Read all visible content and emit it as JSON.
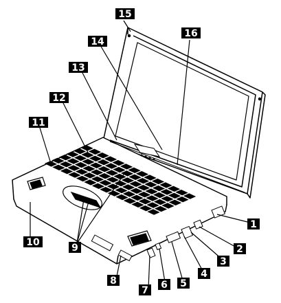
{
  "callouts": [
    {
      "id": "c1",
      "label": "1"
    },
    {
      "id": "c2",
      "label": "2"
    },
    {
      "id": "c3",
      "label": "3"
    },
    {
      "id": "c4",
      "label": "4"
    },
    {
      "id": "c5",
      "label": "5"
    },
    {
      "id": "c6",
      "label": "6"
    },
    {
      "id": "c7",
      "label": "7"
    },
    {
      "id": "c8",
      "label": "8"
    },
    {
      "id": "c9",
      "label": "9"
    },
    {
      "id": "c10",
      "label": "10"
    },
    {
      "id": "c11",
      "label": "11"
    },
    {
      "id": "c12",
      "label": "12"
    },
    {
      "id": "c13",
      "label": "13"
    },
    {
      "id": "c14",
      "label": "14"
    },
    {
      "id": "c15",
      "label": "15"
    },
    {
      "id": "c16",
      "label": "16"
    }
  ],
  "colors": {
    "ink": "#000000",
    "paper": "#ffffff",
    "callout_fill": "#000000",
    "callout_text": "#ffffff"
  }
}
